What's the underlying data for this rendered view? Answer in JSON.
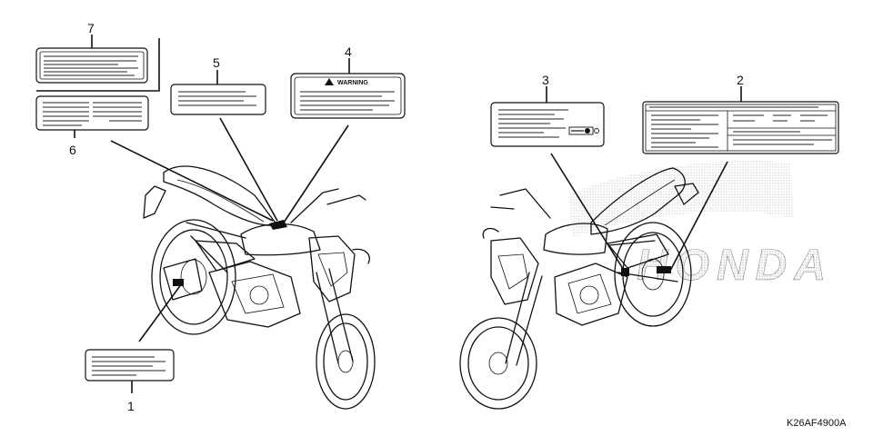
{
  "callouts": {
    "label_1": "1",
    "label_2": "2",
    "label_3": "3",
    "label_4": "4",
    "label_5": "5",
    "label_6": "6",
    "label_7": "7"
  },
  "labels": {
    "warning_text": "WARNING",
    "watermark_text": "HONDA"
  },
  "footer": {
    "diagram_code": "K26AF4900A"
  }
}
